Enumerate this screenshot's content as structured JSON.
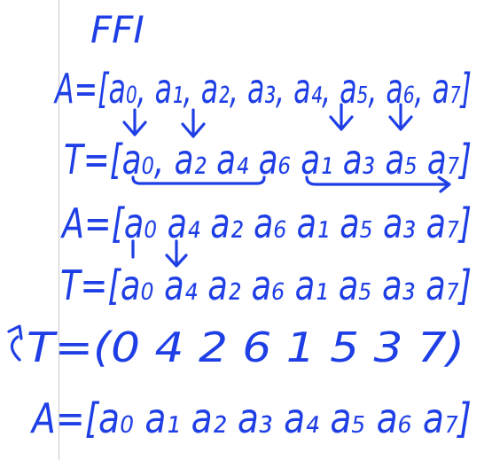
{
  "note": {
    "title": "FFI",
    "lines": [
      {
        "text": "A=[a₀, a₁, a₂, a₃, a₄, a₅, a₆, a₇]"
      },
      {
        "text": "T=[a₀, a₂ a₄ a₆ a₁ a₃ a₅ a₇]"
      },
      {
        "text": "A=[a₀ a₄ a₂ a₆ a₁ a₅ a₃ a₇]"
      },
      {
        "text": "T=[a₀ a₄ a₂ a₆ a₁ a₅ a₃ a₇]"
      },
      {
        "text": "T=(0 4 2 6 1 5 3 7)"
      },
      {
        "text": "A=[a₀ a₁ a₂ a₃ a₄ a₅ a₆ a₇]"
      }
    ]
  },
  "colors": {
    "ink": "#1f3fe6",
    "margin": "#c9c9c9",
    "background": "#ffffff"
  }
}
